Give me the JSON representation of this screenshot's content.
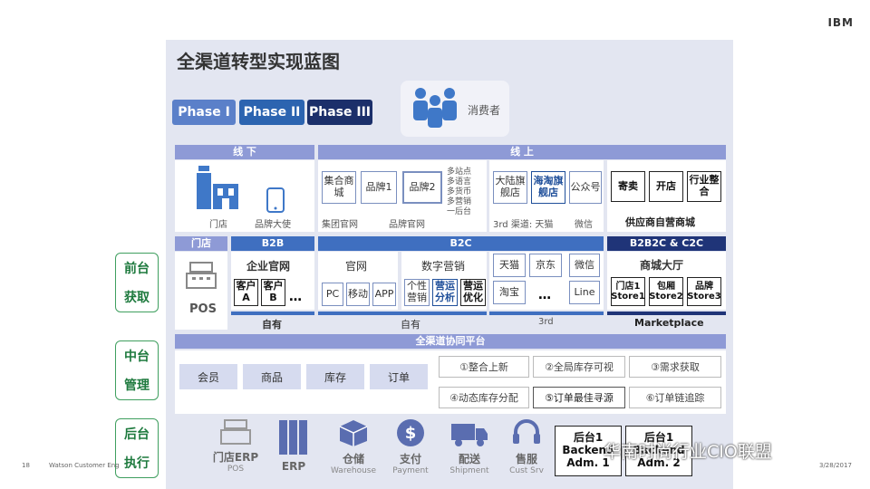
{
  "ibm": "IBM",
  "title": "全渠道转型实现蓝图",
  "phases": [
    "Phase I",
    "Phase II",
    "Phase III"
  ],
  "consumer": "消费者",
  "sections": {
    "offline": "线 下",
    "online": "线 上"
  },
  "offline": {
    "store": "门店",
    "ambassador": "品牌大使"
  },
  "online": {
    "group": [
      "集合商城",
      "品牌1",
      "品牌2"
    ],
    "group_bullets": [
      "多站点",
      "多语言",
      "多货币",
      "多营销",
      "一后台"
    ],
    "group_labels": [
      "集团官网",
      "品牌官网"
    ],
    "third": [
      "大陆旗舰店",
      "海淘旗舰店",
      "公众号"
    ],
    "third_labels": [
      "3rd 渠道: 天猫",
      "微信"
    ],
    "supply": [
      "寄卖",
      "开店",
      "行业整合"
    ],
    "supply_label": "供应商自营商城"
  },
  "channels": {
    "store": "门店",
    "pos": "POS",
    "b2b": "B2B",
    "b2b_site": "企业官网",
    "cust_a": "客户A",
    "cust_b": "客户B",
    "ellipsis": "…",
    "own_b2b": "自有",
    "b2c": "B2C",
    "official": "官网",
    "pc": "PC",
    "mobile": "移动",
    "app": "APP",
    "digital": "数字营销",
    "personal": "个性营销",
    "analysis": "营运分析",
    "optimize": "营运优化",
    "own_b2c": "自有",
    "tmall": "天猫",
    "jd": "京东",
    "weixin": "微信",
    "taobao": "淘宝",
    "line": "Line",
    "dots": "…",
    "third": "3rd",
    "b2b2c": "B2B2C & C2C",
    "mall": "商城大厅",
    "stores": [
      "门店1 Store1",
      "包厢 Store2",
      "品牌 Store3"
    ],
    "marketplace": "Marketplace"
  },
  "platform": {
    "title": "全渠道协同平台",
    "pills": [
      "会员",
      "商品",
      "库存",
      "订单"
    ],
    "features": [
      "①整合上新",
      "②全局库存可视",
      "③需求获取",
      "④动态库存分配",
      "⑤订单最佳寻源",
      "⑥订单链追踪"
    ]
  },
  "tags": [
    [
      "前台",
      "获取"
    ],
    [
      "中台",
      "管理"
    ],
    [
      "后台",
      "执行"
    ]
  ],
  "backend": [
    {
      "n": "门店ERP",
      "e": "POS"
    },
    {
      "n": "ERP",
      "e": ""
    },
    {
      "n": "仓储",
      "e": "Warehouse"
    },
    {
      "n": "支付",
      "e": "Payment"
    },
    {
      "n": "配送",
      "e": "Shipment"
    },
    {
      "n": "售服",
      "e": "Cust Srv"
    }
  ],
  "adm": [
    "后台1 Backend Adm. 1",
    "后台1 Backend Adm. 2"
  ],
  "footer": {
    "page": "18",
    "company": "Watson Customer Eng",
    "date": "3/28/2017"
  },
  "watermark": "华南时尚行业CIO联盟",
  "colors": {
    "phase1": "#5b80c9",
    "phase2": "#2c64b0",
    "phase3": "#1b2f6a"
  }
}
